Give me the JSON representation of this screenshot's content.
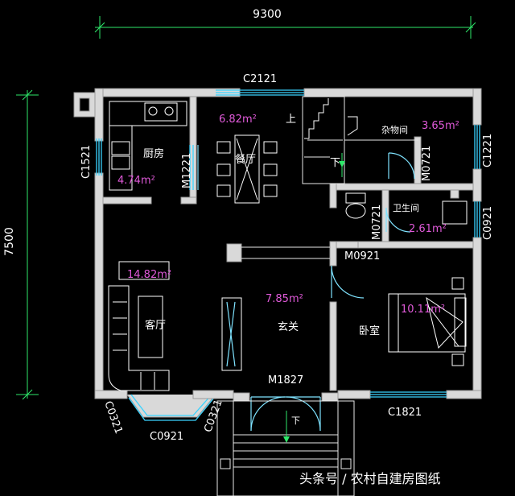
{
  "dimensions": {
    "width_label": "9300",
    "height_label": "7500"
  },
  "rooms": [
    {
      "id": "kitchen",
      "name": "厨房",
      "area": "4.74m²"
    },
    {
      "id": "dining",
      "name": "餐厅",
      "area": "6.82m²"
    },
    {
      "id": "storage",
      "name": "杂物间",
      "area": "3.65m²"
    },
    {
      "id": "bathroom",
      "name": "卫生间",
      "area": "2.61m²"
    },
    {
      "id": "living",
      "name": "客厅",
      "area": "14.82m²"
    },
    {
      "id": "foyer",
      "name": "玄关",
      "area": "7.85m²"
    },
    {
      "id": "bedroom",
      "name": "卧室",
      "area": "10.11m²"
    }
  ],
  "codes": {
    "c2121": "C2121",
    "c1521": "C1521",
    "m1221": "M1221",
    "m0721a": "M0721",
    "c1221": "C1221",
    "m0721b": "M0721",
    "c0921r": "C0921",
    "m0921": "M0921",
    "m1827": "M1827",
    "c0321l": "C0321",
    "c0921b": "C0921",
    "c0321r": "C0321",
    "c1821": "C1821"
  },
  "stair": {
    "up": "上",
    "down": "下"
  },
  "entry_arrow": "下",
  "watermark": "头条号 / 农村自建房图纸",
  "colors": {
    "wall": "#d9d9d9",
    "window": "#39d3ff",
    "dimension": "#2ee86a",
    "area": "#e05ad9"
  }
}
